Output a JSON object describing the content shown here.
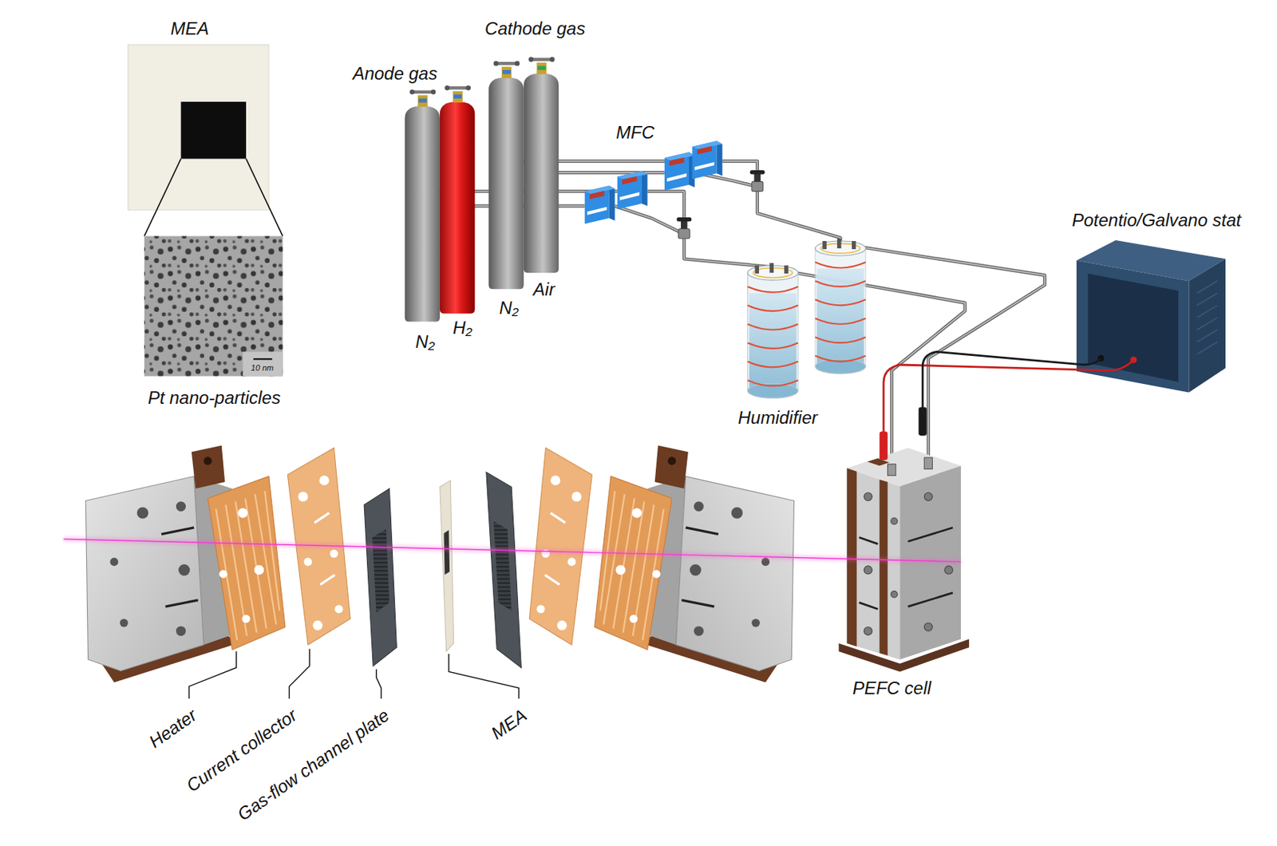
{
  "diagram": {
    "labels": [
      "MEA",
      "Anode gas",
      "Cathode gas",
      "MFC",
      "Potentio/Galvano stat",
      "N₂",
      "Air",
      "H₂",
      "N₂",
      "10 nm",
      "Pt nano-particles",
      "Humidifier",
      "PEFC cell",
      "Heater",
      "Current collector",
      "Gas-flow channel plate",
      "MEA"
    ]
  }
}
